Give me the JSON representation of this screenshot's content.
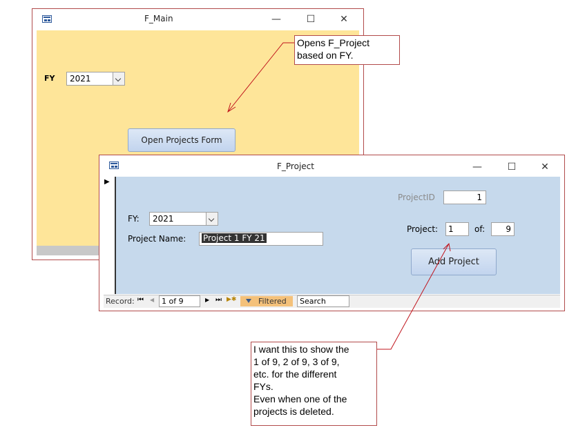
{
  "main_window": {
    "title": "F_Main",
    "fy_label": "FY",
    "fy_value": "2021",
    "open_button": "Open Projects Form",
    "controls": {
      "minimize": "—",
      "maximize": "☐",
      "close": "✕"
    }
  },
  "project_window": {
    "title": "F_Project",
    "fy_label": "FY:",
    "fy_value": "2021",
    "project_name_label": "Project Name:",
    "project_name_value": "Project 1 FY 21",
    "project_id_label": "ProjectID",
    "project_id_value": "1",
    "project_label": "Project:",
    "project_value": "1",
    "of_label": "of:",
    "of_value": "9",
    "add_button": "Add Project",
    "record_selector": "▶",
    "controls": {
      "minimize": "—",
      "maximize": "☐",
      "close": "✕"
    },
    "nav": {
      "record_label": "Record:",
      "first": "⏮",
      "prev": "◀",
      "position": "1 of 9",
      "next": "▶",
      "last": "⏭",
      "new": "▶✱",
      "filter_icon": "funnel-icon",
      "filtered": "Filtered",
      "search": "Search"
    }
  },
  "annotations": {
    "top": [
      "Opens F_Project",
      "based on FY."
    ],
    "bottom": [
      "I want this to show the",
      "1 of 9, 2 of 9, 3 of 9,",
      "etc. for the different",
      "FYs.",
      "Even when one of the",
      "projects is deleted."
    ]
  },
  "colors": {
    "main_background": "#fee599",
    "project_background": "#c6d9ec",
    "annotation_border": "#b14a4a",
    "arrow": "#c0141c"
  }
}
